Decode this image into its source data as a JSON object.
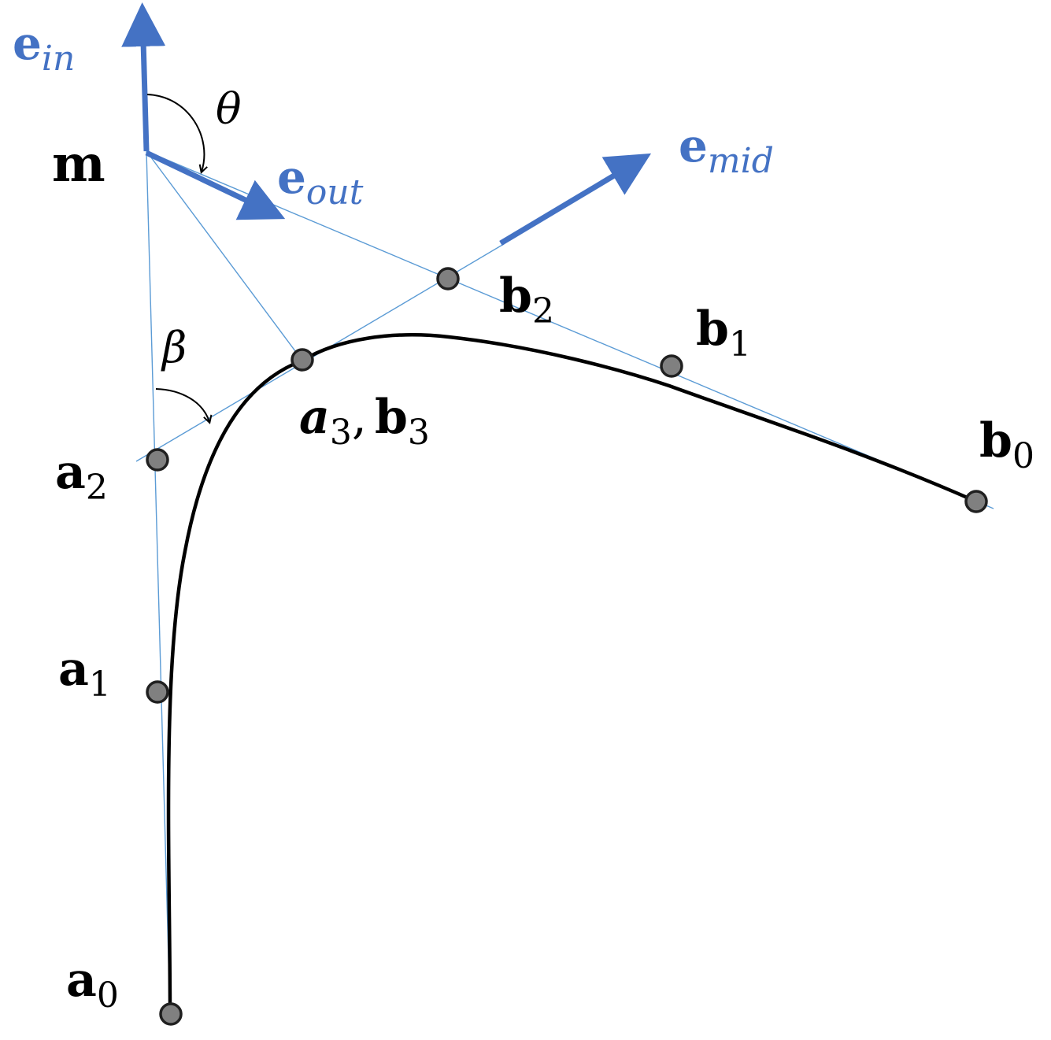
{
  "labels": {
    "e_in": {
      "main": "e",
      "sub": "in"
    },
    "theta": "θ",
    "m": "m",
    "e_out": {
      "main": "e",
      "sub": "out"
    },
    "e_mid": {
      "main": "e",
      "sub": "mid"
    },
    "b2": {
      "main": "b",
      "sub": "2"
    },
    "b1": {
      "main": "b",
      "sub": "1"
    },
    "beta": "β",
    "a3b3": {
      "a": "a",
      "a_sub": "3",
      "comma": ",",
      "b": "b",
      "b_sub": "3"
    },
    "b0": {
      "main": "b",
      "sub": "0"
    },
    "a2": {
      "main": "a",
      "sub": "2"
    },
    "a1": {
      "main": "a",
      "sub": "1"
    },
    "a0": {
      "main": "a",
      "sub": "0"
    }
  },
  "colors": {
    "vector_blue": "#4472C4",
    "construction_blue": "#5B9BD5",
    "curve": "#000000",
    "point_fill": "#808080",
    "point_stroke": "#202020"
  }
}
